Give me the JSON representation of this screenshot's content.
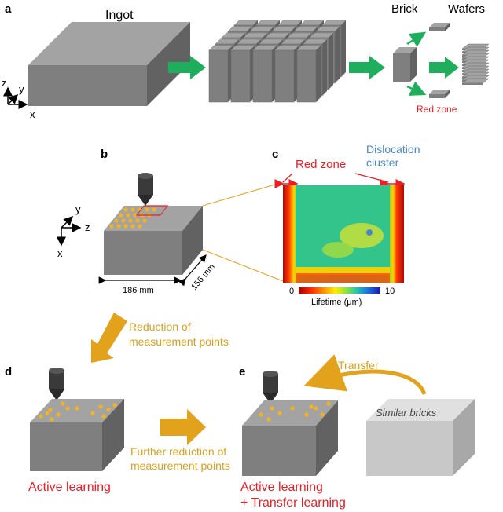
{
  "panel_a": {
    "letter": "a",
    "ingot_label": "Ingot",
    "brick_label": "Brick",
    "wafers_label": "Wafers",
    "red_zone_label": "Red zone",
    "axes": {
      "z": "z",
      "y": "y",
      "x": "x"
    }
  },
  "panel_b": {
    "letter": "b",
    "axes": {
      "y": "y",
      "z": "z",
      "x": "x"
    },
    "dim_width": "186 mm",
    "dim_depth": "156 mm"
  },
  "panel_c": {
    "letter": "c",
    "red_zone_label": "Red zone",
    "dislocation_label_1": "Dislocation",
    "dislocation_label_2": "cluster",
    "colorbar_min": "0",
    "colorbar_max": "10",
    "colorbar_label": "Lifetime (μm)"
  },
  "step_bd": {
    "line1": "Reduction of",
    "line2": "measurement points"
  },
  "panel_d": {
    "letter": "d",
    "caption": "Active learning"
  },
  "step_de": {
    "line1": "Further reduction of",
    "line2": "measurement points"
  },
  "panel_e": {
    "letter": "e",
    "transfer_label": "Transfer",
    "similar_label": "Similar bricks",
    "caption_line1": "Active learning",
    "caption_line2": "+ Transfer learning"
  },
  "colors": {
    "block_front": "#7f7f7f",
    "block_top": "#a3a3a3",
    "block_side": "#626262",
    "green_arrow": "#1fae5b",
    "orange_arrow": "#e2a21b",
    "accent_text": "#d8a11e",
    "red_text": "#ee1c25",
    "blue_text": "#4a86c8",
    "dot": "#f3b321"
  }
}
